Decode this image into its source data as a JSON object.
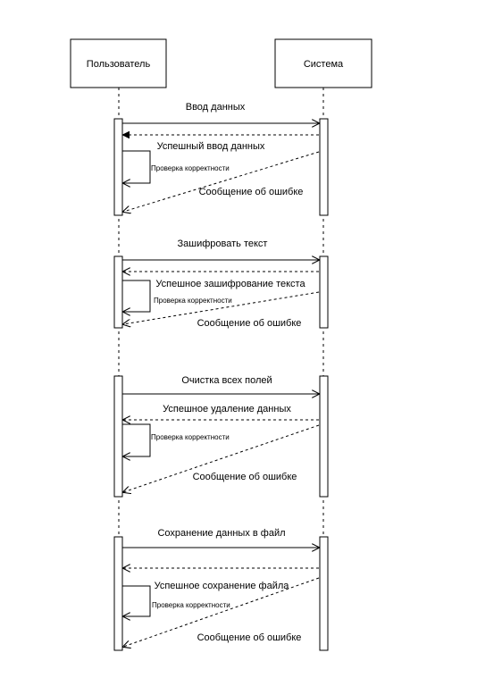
{
  "participants": [
    {
      "name": "Пользователь"
    },
    {
      "name": "Система"
    }
  ],
  "colors": {
    "line": "#000000",
    "activation_fill": "#ffffff",
    "background": "#ffffff"
  },
  "groups": [
    {
      "request": "Ввод данных",
      "success": "Успешный ввод данных",
      "check": "Проверка корректности",
      "error": "Сообщение об ошибке"
    },
    {
      "request": "Зашифровать текст",
      "success": "Успешное зашифрование текста",
      "check": "Проверка корректности",
      "error": "Сообщение об ошибке"
    },
    {
      "request": "Очистка всех полей",
      "success": "Успешное удаление данных",
      "check": "Проверка корректности",
      "error": "Сообщение об ошибке"
    },
    {
      "request": "Сохранение данных в файл",
      "success": "Успешное сохранение файла",
      "check": "Проверка корректности",
      "error": "Сообщение об ошибке"
    }
  ]
}
